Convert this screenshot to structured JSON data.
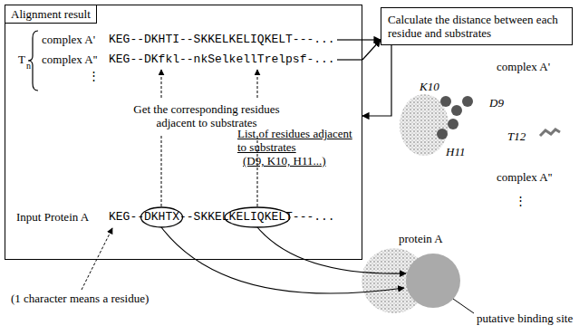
{
  "diagram": {
    "nodes": [
      {
        "text": [
          "Alignment result"
        ]
      },
      {
        "text": [
          "Calculate the distance between each residue and substrates"
        ]
      }
    ],
    "edges": [
      {
        "from": 0,
        "to": 1,
        "arrow": "to"
      },
      {
        "from": 0,
        "to": 1,
        "arrow": "to"
      },
      {
        "from": 1,
        "to": 0,
        "arrow": "to"
      }
    ],
    "labels": [
      "T",
      "n",
      "complex A'",
      "KEG--DKHTI--SKKELKELIQKELT---...",
      "complex A''",
      "KEG--DKfkl--nkSelkellTrelpsf-...",
      "⋮",
      "Get the corresponding residues adjacent to substrates",
      "Input Protein A",
      "KEG--DKHTX--SKKELKELIQKELT---...",
      "(1 character means a residue)",
      "List of residues adjacent to substrates",
      "(D9, K10, H11...)",
      "complex A'",
      "K10",
      "D9",
      "H11",
      "T12",
      "complex A''",
      "⋮",
      "protein A",
      "putative binding site"
    ]
  }
}
